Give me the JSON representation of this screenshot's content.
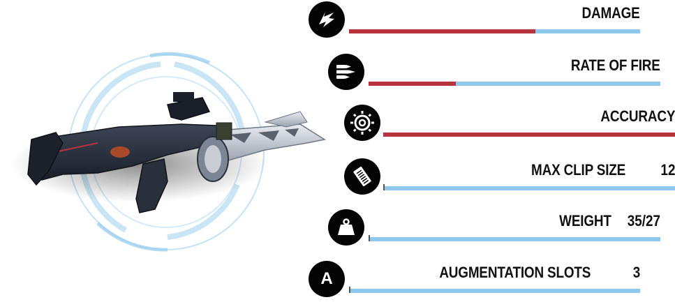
{
  "colors": {
    "bar_filled": "#b6323c",
    "bar_empty": "#8ec8ec",
    "icon_background": "#050505",
    "ring": "#9fd0ef"
  },
  "stats": [
    {
      "id": "damage",
      "label": "DAMAGE",
      "value": "",
      "icon": "damage-icon",
      "fill": 0.64
    },
    {
      "id": "rate-of-fire",
      "label": "RATE OF FIRE",
      "value": "",
      "icon": "bullets-icon",
      "fill": 0.3
    },
    {
      "id": "accuracy",
      "label": "ACCURACY",
      "value": "",
      "icon": "crosshair-icon",
      "fill": 1.0
    },
    {
      "id": "max-clip-size",
      "label": "MAX CLIP SIZE",
      "value": "12",
      "icon": "magazine-icon",
      "fill": 0.0
    },
    {
      "id": "weight",
      "label": "WEIGHT",
      "value": "35/27",
      "icon": "weight-icon",
      "fill": 0.0
    },
    {
      "id": "augmentation-slots",
      "label": "AUGMENTATION SLOTS",
      "value": "3",
      "icon": "augmentation-icon",
      "icon_letter": "A",
      "fill": 0.0
    }
  ]
}
